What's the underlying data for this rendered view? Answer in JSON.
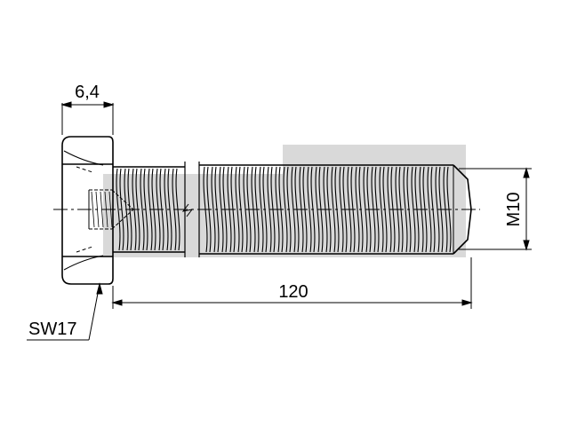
{
  "labels": {
    "head_height": "6,4",
    "wrench_size": "SW17",
    "length": "120",
    "thread": "M10"
  },
  "colors": {
    "line": "#000000",
    "shade": "#d9d9d9",
    "background": "#ffffff"
  }
}
